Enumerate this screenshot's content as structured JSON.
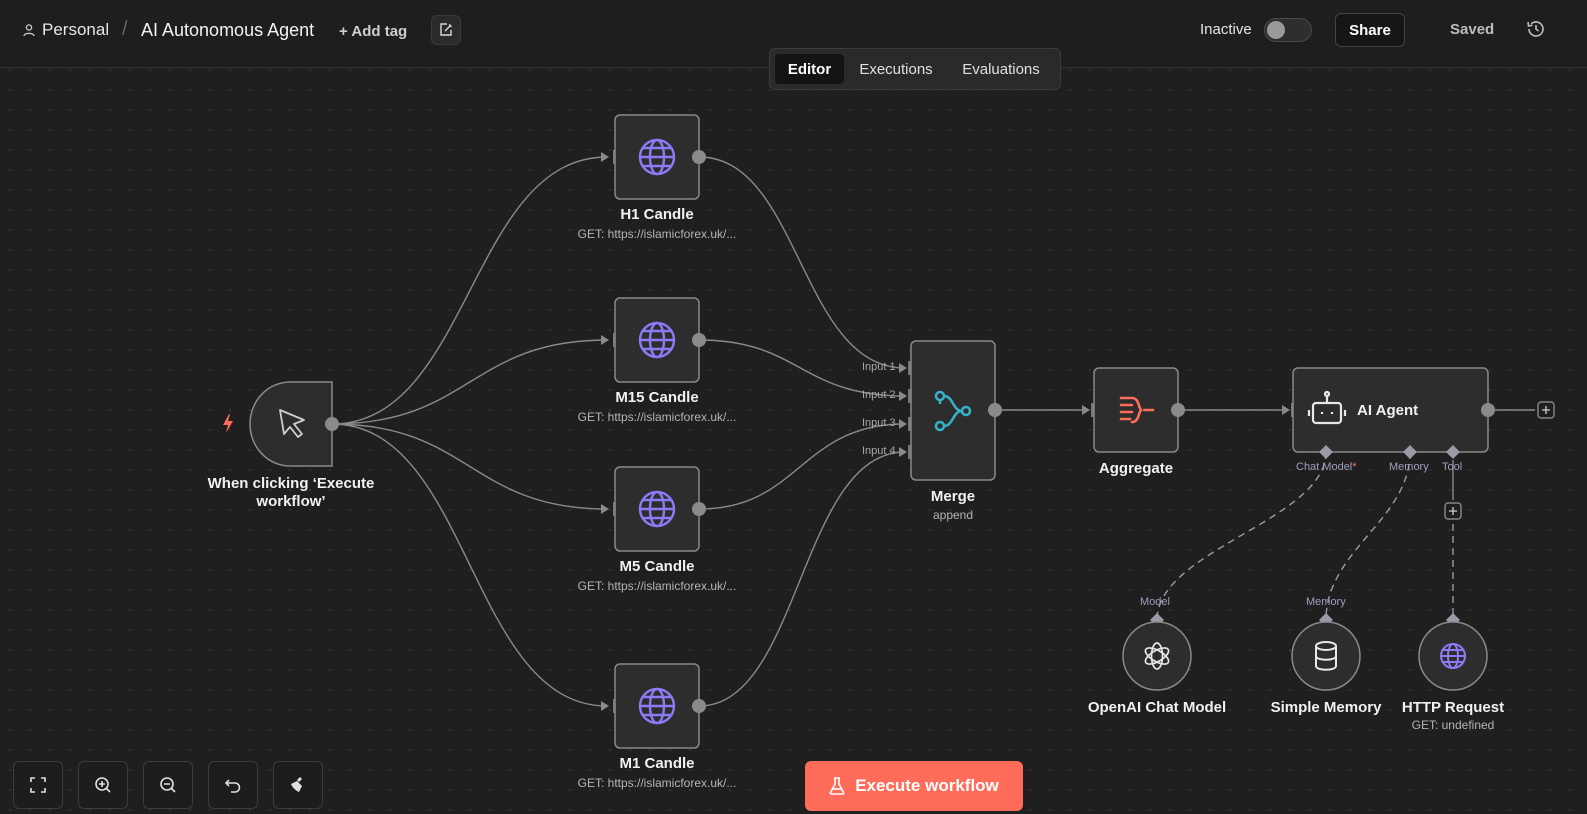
{
  "header": {
    "workspace": "Personal",
    "separator": "/",
    "workflow_title": "AI Autonomous Agent",
    "add_tag": "+ Add tag",
    "status_label": "Inactive",
    "active": false,
    "share": "Share",
    "saved": "Saved"
  },
  "tabs": [
    {
      "label": "Editor",
      "active": true
    },
    {
      "label": "Executions",
      "active": false
    },
    {
      "label": "Evaluations",
      "active": false
    }
  ],
  "nodes": {
    "trigger": {
      "title": "When clicking ‘Execute workflow’",
      "icon": "cursor-click-icon"
    },
    "h1": {
      "title": "H1 Candle",
      "subtitle": "GET: https://islamicforex.uk/...",
      "icon": "globe-icon"
    },
    "m15": {
      "title": "M15 Candle",
      "subtitle": "GET: https://islamicforex.uk/...",
      "icon": "globe-icon"
    },
    "m5": {
      "title": "M5 Candle",
      "subtitle": "GET: https://islamicforex.uk/...",
      "icon": "globe-icon"
    },
    "m1": {
      "title": "M1 Candle",
      "subtitle": "GET: https://islamicforex.uk/...",
      "icon": "globe-icon"
    },
    "merge": {
      "title": "Merge",
      "subtitle": "append",
      "icon": "merge-icon",
      "inputs": [
        "Input 1",
        "Input 2",
        "Input 3",
        "Input 4"
      ]
    },
    "aggregate": {
      "title": "Aggregate",
      "icon": "aggregate-icon"
    },
    "agent": {
      "title": "AI Agent",
      "icon": "robot-icon",
      "ports": {
        "chat_model": "Chat Model",
        "required_mark": "*",
        "memory": "Memory",
        "tool": "Tool"
      }
    },
    "openai": {
      "title": "OpenAI Chat Model",
      "port": "Model",
      "icon": "openai-icon"
    },
    "memory": {
      "title": "Simple Memory",
      "port": "Memory",
      "icon": "database-icon"
    },
    "http": {
      "title": "HTTP Request",
      "subtitle": "GET: undefined",
      "icon": "globe-icon"
    }
  },
  "colors": {
    "accent": "#ff6d5a",
    "globe": "#8b7cf6",
    "merge": "#35b0c6",
    "aggregate": "#ff6d5a"
  },
  "footer": {
    "execute": "Execute workflow"
  }
}
